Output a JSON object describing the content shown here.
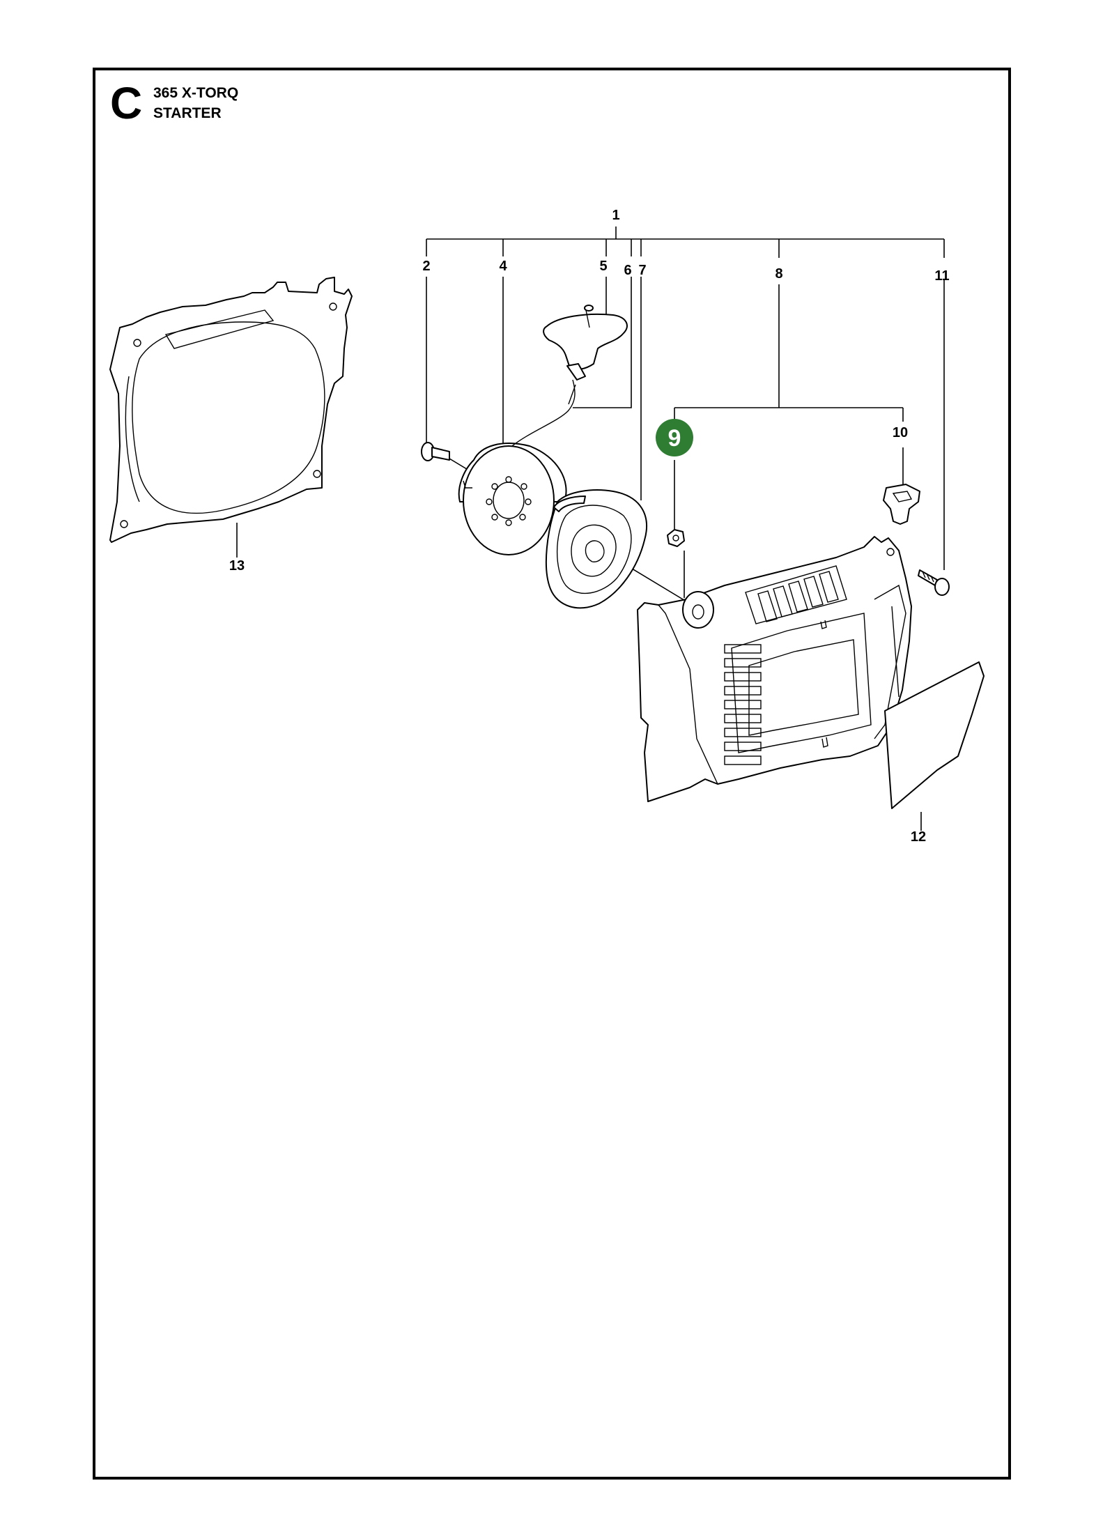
{
  "section": {
    "letter": "C",
    "model": "365 X-TORQ",
    "name": "STARTER"
  },
  "highlight": {
    "label": "9",
    "color": "#2e7d32"
  },
  "labels": {
    "p1": "1",
    "p2": "2",
    "p4": "4",
    "p5": "5",
    "p6": "6",
    "p7": "7",
    "p8": "8",
    "p10": "10",
    "p11": "11",
    "p12": "12",
    "p13": "13"
  }
}
